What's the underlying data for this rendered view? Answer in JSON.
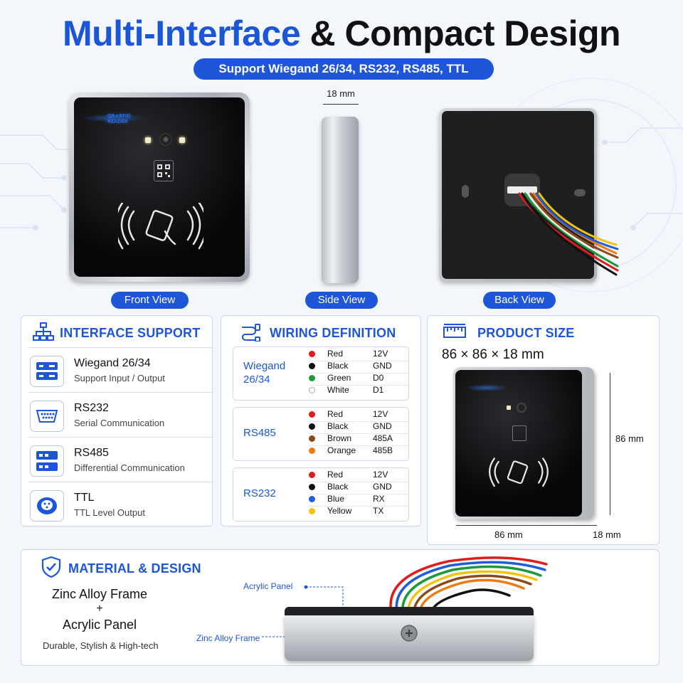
{
  "header": {
    "title_part1": "Multi-Interface",
    "title_part2": "& Compact Design",
    "subtitle": "Support Wiegand 26/34, RS232, RS485, TTL"
  },
  "views": {
    "front_label": "Front View",
    "side_label": "Side View",
    "back_label": "Back View",
    "side_thickness": "18 mm",
    "device_logo_line1": "QR+RFID",
    "device_logo_line2": "READER"
  },
  "interface_support": {
    "title": "INTERFACE SUPPORT",
    "items": [
      {
        "name": "Wiegand 26/34",
        "desc": "Support Input / Output",
        "icon": "wiegand-icon"
      },
      {
        "name": "RS232",
        "desc": "Serial Communication",
        "icon": "rs232-port-icon"
      },
      {
        "name": "RS485",
        "desc": "Differential Communication",
        "icon": "rs485-icon"
      },
      {
        "name": "TTL",
        "desc": "TTL Level Output",
        "icon": "ttl-icon"
      }
    ]
  },
  "wiring": {
    "title": "WIRING DEFINITION",
    "groups": [
      {
        "label_line1": "Wiegand",
        "label_line2": "26/34",
        "wires": [
          {
            "color": "Red",
            "hex": "#e01b1b",
            "signal": "12V"
          },
          {
            "color": "Black",
            "hex": "#111111",
            "signal": "GND"
          },
          {
            "color": "Green",
            "hex": "#1a9a3a",
            "signal": "D0"
          },
          {
            "color": "White",
            "hex": "#ffffff",
            "signal": "D1"
          }
        ]
      },
      {
        "label_line1": "RS485",
        "label_line2": "",
        "wires": [
          {
            "color": "Red",
            "hex": "#e01b1b",
            "signal": "12V"
          },
          {
            "color": "Black",
            "hex": "#111111",
            "signal": "GND"
          },
          {
            "color": "Brown",
            "hex": "#8a4a1c",
            "signal": "485A"
          },
          {
            "color": "Orange",
            "hex": "#f07a12",
            "signal": "485B"
          }
        ]
      },
      {
        "label_line1": "RS232",
        "label_line2": "",
        "wires": [
          {
            "color": "Red",
            "hex": "#e01b1b",
            "signal": "12V"
          },
          {
            "color": "Black",
            "hex": "#111111",
            "signal": "GND"
          },
          {
            "color": "Blue",
            "hex": "#1f5ddc",
            "signal": "RX"
          },
          {
            "color": "Yellow",
            "hex": "#f2c40f",
            "signal": "TX"
          }
        ]
      }
    ]
  },
  "product_size": {
    "title": "PRODUCT SIZE",
    "dimensions": "86 × 86 × 18 mm",
    "height_label": "86 mm",
    "width_label": "86 mm",
    "depth_label": "18 mm"
  },
  "material": {
    "title": "MATERIAL  &  DESIGN",
    "line1": "Zinc Alloy Frame",
    "line2": "+",
    "line3": "Acrylic Panel",
    "note": "Durable, Stylish & High-tech",
    "callout_top": "Acrylic Panel",
    "callout_bottom": "Zinc Alloy Frame"
  },
  "colors": {
    "accent": "#1d56d8",
    "panel_border": "#c9d6ef"
  }
}
